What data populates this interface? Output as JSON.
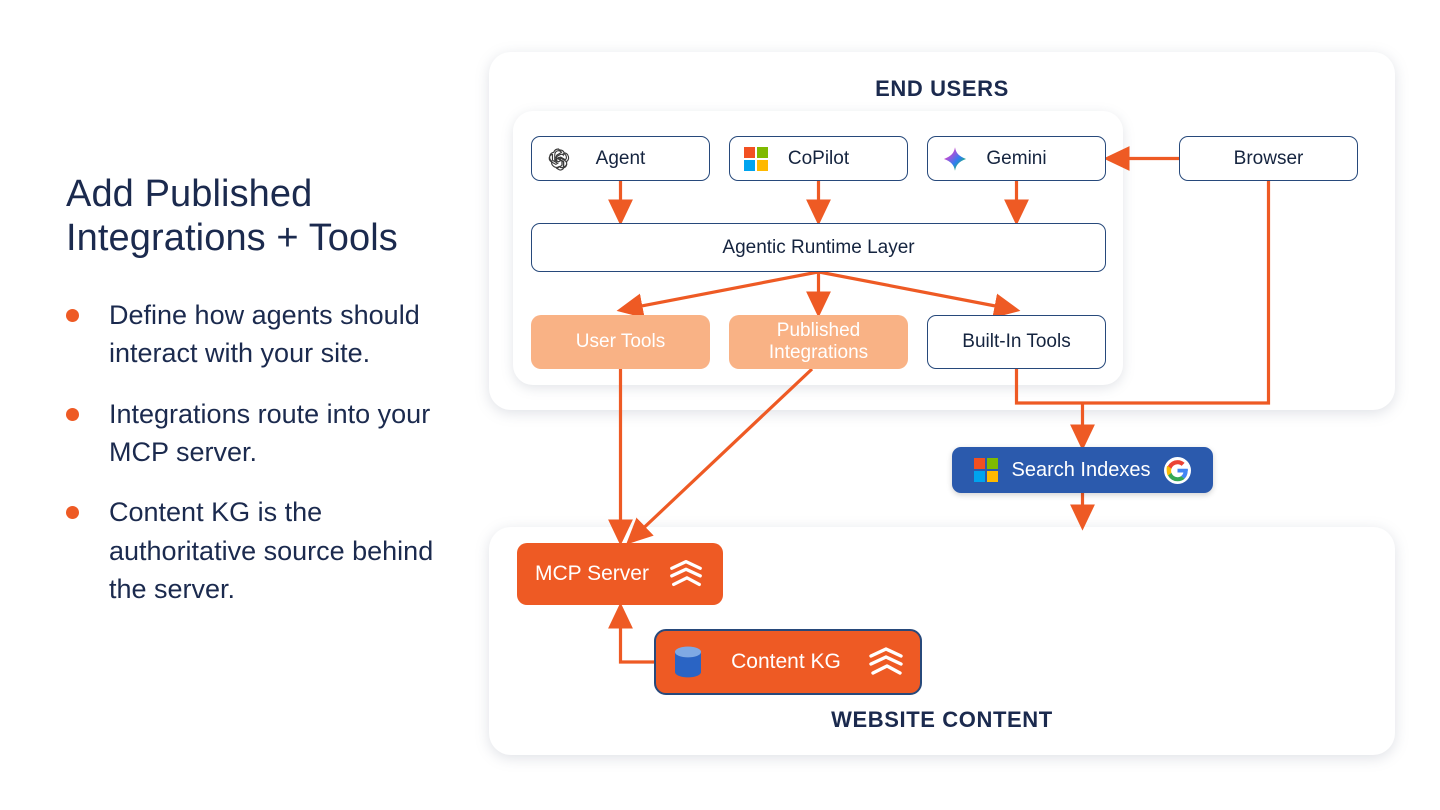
{
  "slide": {
    "title": "Add Published Integrations + Tools",
    "bullets": [
      "Define how agents should interact with your site.",
      "Integrations route into your MCP server.",
      "Content KG is the authoritative source behind the server."
    ]
  },
  "diagram": {
    "panels": {
      "end_users_title": "END USERS",
      "website_content_title": "WEBSITE CONTENT"
    },
    "nodes": {
      "agent": "Agent",
      "copilot": "CoPilot",
      "gemini": "Gemini",
      "browser": "Browser",
      "runtime": "Agentic Runtime Layer",
      "user_tools": "User Tools",
      "published_integrations_line1": "Published",
      "published_integrations_line2": "Integrations",
      "built_in_tools": "Built-In Tools",
      "search_indexes": "Search Indexes",
      "mcp_server": "MCP Server",
      "content_kg": "Content KG"
    },
    "icons": {
      "agent": "openai-icon",
      "copilot": "microsoft-icon",
      "gemini": "gemini-sparkle-icon",
      "search_left": "microsoft-icon",
      "search_right": "google-g-icon",
      "mcp_brand": "chevron-stack-icon",
      "kg_brand": "chevron-stack-icon",
      "kg_database": "database-cylinder-icon"
    },
    "edges": [
      "agent-to-runtime",
      "copilot-to-runtime",
      "gemini-to-runtime",
      "browser-to-gemini",
      "runtime-to-user-tools",
      "runtime-to-published-integrations",
      "runtime-to-built-in-tools",
      "user-tools-to-mcp-server",
      "published-integrations-to-mcp-server",
      "built-in-tools-to-search-indexes",
      "browser-to-search-indexes",
      "search-indexes-to-website-content",
      "content-kg-to-mcp-server"
    ]
  },
  "colors": {
    "accent_orange": "#EE5A24",
    "soft_orange": "#F9B285",
    "navy": "#1B2A4E",
    "outline_blue": "#27497B",
    "search_blue": "#2B5AAD",
    "db_blue": "#2A64C4",
    "background": "#FFFFFF"
  }
}
